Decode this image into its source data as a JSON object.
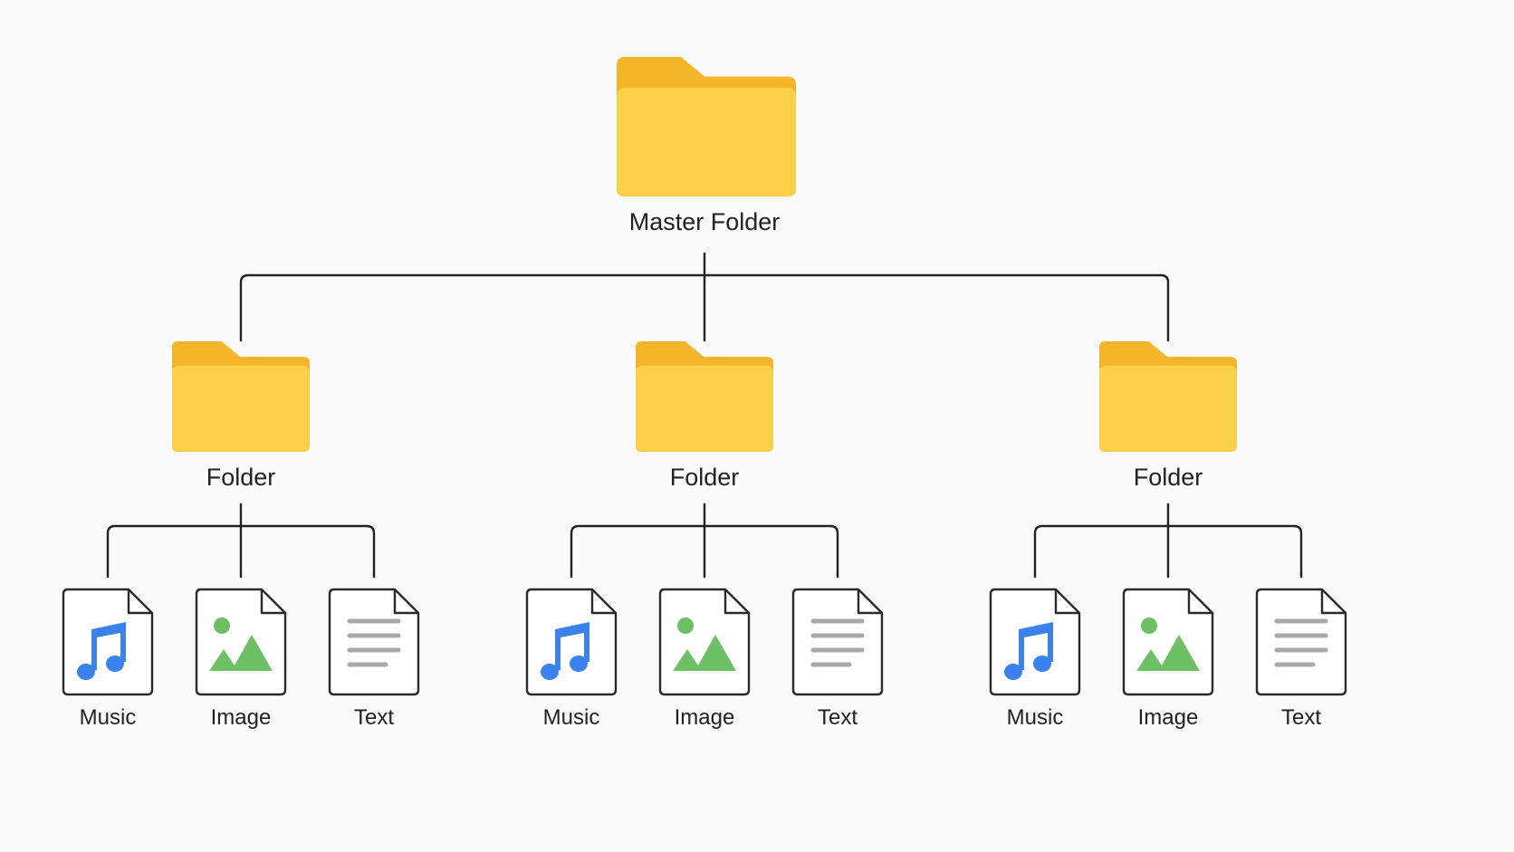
{
  "diagram": {
    "root": {
      "label": "Master Folder",
      "icon": "folder-icon"
    },
    "folders": [
      {
        "label": "Folder",
        "icon": "folder-icon",
        "files": [
          {
            "label": "Music",
            "icon": "music-file-icon"
          },
          {
            "label": "Image",
            "icon": "image-file-icon"
          },
          {
            "label": "Text",
            "icon": "text-file-icon"
          }
        ]
      },
      {
        "label": "Folder",
        "icon": "folder-icon",
        "files": [
          {
            "label": "Music",
            "icon": "music-file-icon"
          },
          {
            "label": "Image",
            "icon": "image-file-icon"
          },
          {
            "label": "Text",
            "icon": "text-file-icon"
          }
        ]
      },
      {
        "label": "Folder",
        "icon": "folder-icon",
        "files": [
          {
            "label": "Music",
            "icon": "music-file-icon"
          },
          {
            "label": "Image",
            "icon": "image-file-icon"
          },
          {
            "label": "Text",
            "icon": "text-file-icon"
          }
        ]
      }
    ]
  },
  "colors": {
    "background": "#fafafa",
    "folder_back": "#f5b52a",
    "folder_front": "#fdd04a",
    "line": "#222222",
    "music": "#3b82f0",
    "image": "#6cc063",
    "text_lines": "#a9a9a9"
  }
}
